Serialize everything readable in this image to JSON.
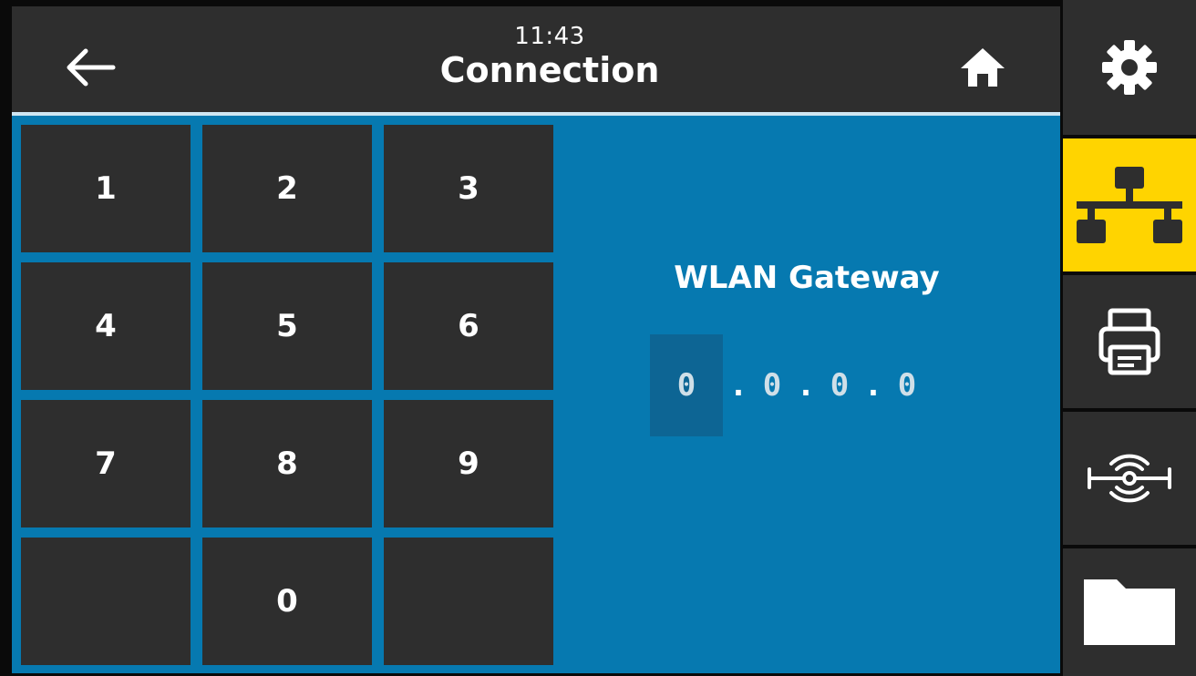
{
  "header": {
    "time": "11:43",
    "title": "Connection",
    "back_icon": "arrow-left-icon",
    "home_icon": "home-icon"
  },
  "keypad": {
    "keys": [
      "1",
      "2",
      "3",
      "4",
      "5",
      "6",
      "7",
      "8",
      "9",
      "",
      "0",
      ""
    ]
  },
  "field": {
    "label": "WLAN Gateway",
    "octets": [
      "0",
      "0",
      "0",
      "0"
    ],
    "separator": ".",
    "active_octet": 0
  },
  "sidebar": {
    "items": [
      {
        "icon": "gear-icon",
        "active": false
      },
      {
        "icon": "network-icon",
        "active": true
      },
      {
        "icon": "printer-icon",
        "active": false
      },
      {
        "icon": "rfid-icon",
        "active": false
      },
      {
        "icon": "folder-icon",
        "active": false
      }
    ]
  },
  "colors": {
    "header_bg": "#2e2e2e",
    "content_bg": "#0679b0",
    "key_bg": "#2e2e2e",
    "active_tab": "#ffd400",
    "active_octet_bg": "#0d6594"
  }
}
